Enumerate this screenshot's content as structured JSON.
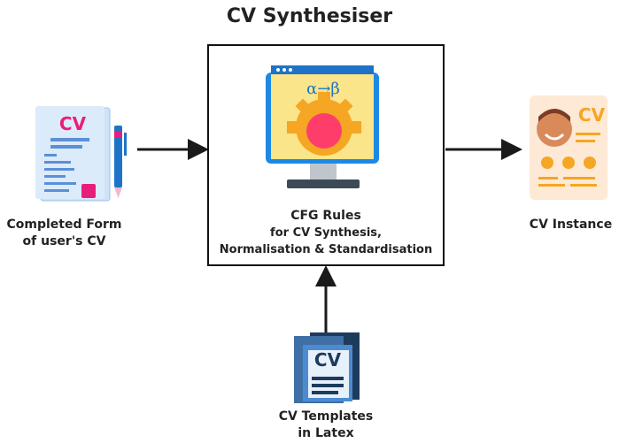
{
  "title": "CV Synthesiser",
  "input_form": {
    "icon_text": "CV",
    "label_line1": "Completed Form",
    "label_line2": "of user's CV"
  },
  "center": {
    "icon_formula": "α→β",
    "label_line1": "CFG Rules",
    "label_line2": "for CV Synthesis,",
    "label_line3": "Normalisation & Standardisation"
  },
  "output": {
    "icon_text": "CV",
    "label": "CV Instance"
  },
  "templates": {
    "icon_text": "CV",
    "label_line1": "CV Templates",
    "label_line2": "in Latex"
  },
  "colors": {
    "arrow": "#1a1a1a",
    "accent_pink": "#e91e7a",
    "doc_blue": "#cfe3f7",
    "gear": "#f5a623",
    "monitor": "#1e88e5"
  }
}
